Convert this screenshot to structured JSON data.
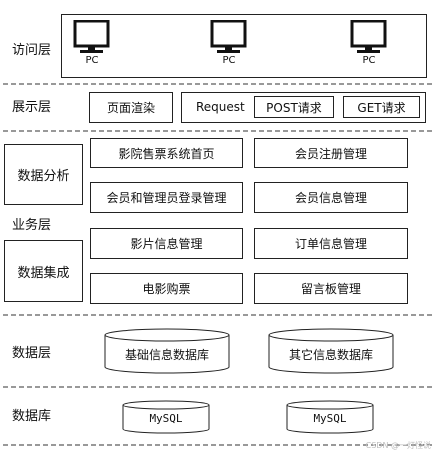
{
  "layers": {
    "access": "访问层",
    "display": "展示层",
    "business": "业务层",
    "data": "数据层",
    "database": "数据库"
  },
  "access": {
    "clients": [
      "PC",
      "PC",
      "PC"
    ]
  },
  "display": {
    "render": "页面渲染",
    "request_label": "Request",
    "post": "POST请求",
    "get": "GET请求"
  },
  "business": {
    "data_analysis": "数据分析",
    "data_integration": "数据集成",
    "modules": [
      "影院售票系统首页",
      "会员注册管理",
      "会员和管理员登录管理",
      "会员信息管理",
      "影片信息管理",
      "订单信息管理",
      "电影购票",
      "留言板管理"
    ]
  },
  "data_layer": {
    "basic_db": "基础信息数据库",
    "other_db": "其它信息数据库"
  },
  "database": {
    "db1": "MySQL",
    "db2": "MySQL"
  },
  "watermark": "CSDN @一灯怪说"
}
